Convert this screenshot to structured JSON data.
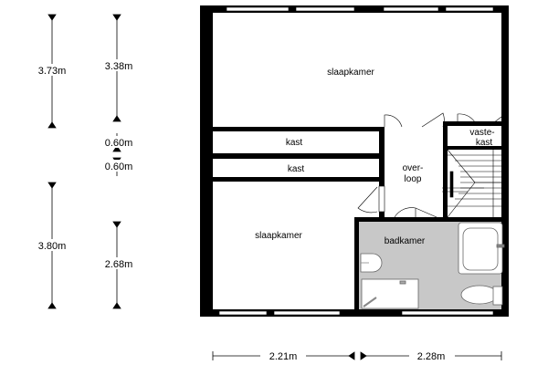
{
  "rooms": {
    "bedroom_top": "slaapkamer",
    "closet_1": "kast",
    "closet_2": "kast",
    "landing_line1": "over-",
    "landing_line2": "loop",
    "fixed_closet_line1": "vaste-",
    "fixed_closet_line2": "kast",
    "bedroom_bottom": "slaapkamer",
    "bathroom": "badkamer"
  },
  "dimensions": {
    "left_outer": [
      "3.73m",
      "3.80m"
    ],
    "left_inner": [
      "3.38m",
      "0.60m",
      "0.60m",
      "2.68m"
    ],
    "bottom": [
      "2.21m",
      "2.28m"
    ]
  },
  "colors": {
    "wall": "#000000",
    "bathroom_floor": "#c8c8c8",
    "window": "#ffffff"
  }
}
